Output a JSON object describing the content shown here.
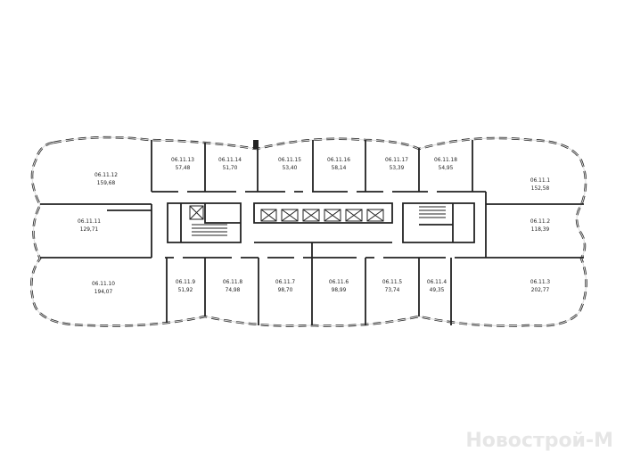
{
  "plan": {
    "rooms": [
      {
        "id": "06.11.12",
        "area": "159,68"
      },
      {
        "id": "06.11.11",
        "area": "129,71"
      },
      {
        "id": "06.11.10",
        "area": "194,07"
      },
      {
        "id": "06.11.13",
        "area": "57,48"
      },
      {
        "id": "06.11.14",
        "area": "51,70"
      },
      {
        "id": "06.11.15",
        "area": "53,40"
      },
      {
        "id": "06.11.16",
        "area": "58,14"
      },
      {
        "id": "06.11.17",
        "area": "53,39"
      },
      {
        "id": "06.11.18",
        "area": "54,95"
      },
      {
        "id": "06.11.1",
        "area": "152,58"
      },
      {
        "id": "06.11.2",
        "area": "118,39"
      },
      {
        "id": "06.11.3",
        "area": "202,77"
      },
      {
        "id": "06.11.9",
        "area": "51,92"
      },
      {
        "id": "06.11.8",
        "area": "74,98"
      },
      {
        "id": "06.11.7",
        "area": "98,70"
      },
      {
        "id": "06.11.6",
        "area": "98,99"
      },
      {
        "id": "06.11.5",
        "area": "73,74"
      },
      {
        "id": "06.11.4",
        "area": "49,35"
      }
    ]
  },
  "watermark": "Новострой-М"
}
